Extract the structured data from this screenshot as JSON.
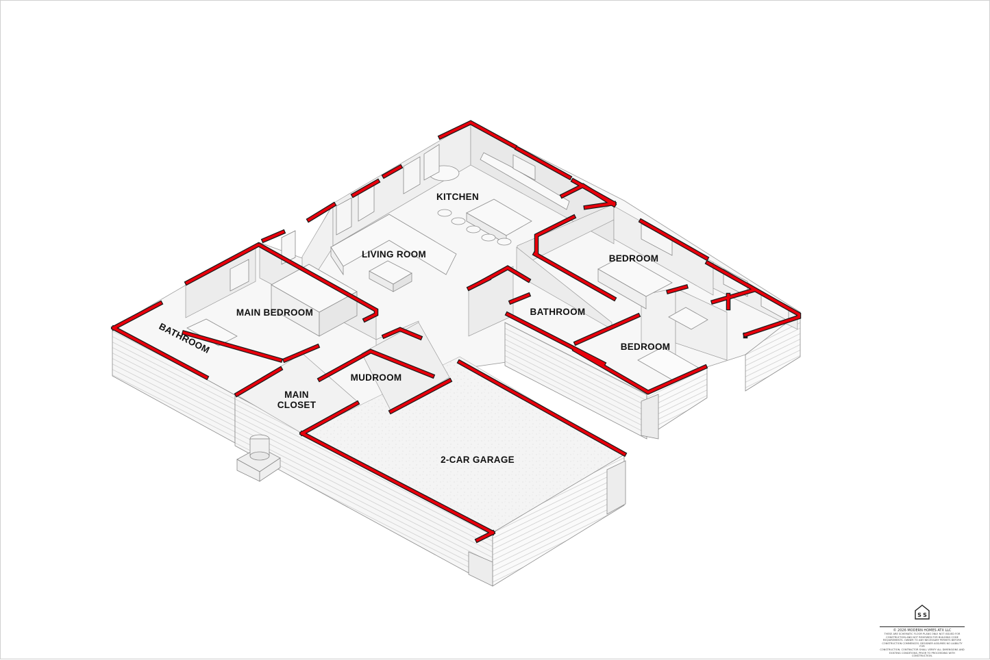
{
  "colors": {
    "cut_wall": "#e8000b",
    "wall_outline": "#1a1a1a",
    "wall_face": "#ececec",
    "floor": "#f7f7f7",
    "label": "#111111"
  },
  "rooms": [
    {
      "id": "kitchen",
      "label": "KITCHEN"
    },
    {
      "id": "living-room",
      "label": "LIVING ROOM"
    },
    {
      "id": "bedroom-top",
      "label": "BEDROOM"
    },
    {
      "id": "main-bedroom",
      "label": "MAIN BEDROOM"
    },
    {
      "id": "bathroom-center",
      "label": "BATHROOM"
    },
    {
      "id": "bathroom-left",
      "label": "BATHROOM"
    },
    {
      "id": "bedroom-right",
      "label": "BEDROOM"
    },
    {
      "id": "mudroom",
      "label": "MUDROOM"
    },
    {
      "id": "main-closet",
      "label_lines": [
        "MAIN",
        "CLOSET"
      ]
    },
    {
      "id": "garage",
      "label": "2-CAR GARAGE"
    }
  ],
  "title_block": {
    "copyright": "© 2026 MODERN HOMES ATX LLC",
    "disclaimer_lines": [
      "THESE ARE SCHEMATIC FLOOR PLANS ONLY. NOT ISSUED FOR",
      "CONSTRUCTION AND NOT REVIEWED FOR BUILDING CODE",
      "REQUIREMENTS. OWNER TO ANY NECESSARY PERMITS BEFORE",
      "CONSTRUCTION COMMENCES. DESIGNER ASSUMES NO LIABILITY FOR",
      "CONSTRUCTION. CONTRACTOR SHALL VERIFY ALL DIMENSIONS AND",
      "EXISTING CONDITIONS, PRIOR TO PROCEEDING WITH CONSTRUCTION."
    ],
    "logo_icon": "house-logo-icon"
  }
}
